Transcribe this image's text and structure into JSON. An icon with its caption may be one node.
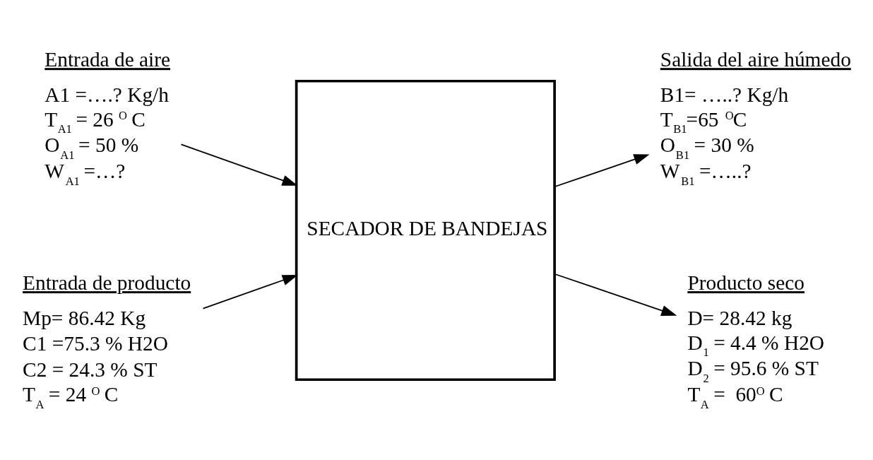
{
  "diagram": {
    "nodes": [
      {
        "text": [
          "Entrada de aire",
          "A1 =….? Kg/h",
          "T$_{A1}$ = 26 $^{O}$ C",
          "O$_{A1}$ = 50 %",
          "W$_{A1}$ =…?"
        ]
      },
      {
        "text": [
          "Entrada de producto",
          "Mp= 86.42 Kg",
          "C1 =75.3 % H2O",
          "C2 = 24.3 % ST",
          "T$_{A}$ = 24 $^{O}$ C"
        ]
      },
      {
        "text": [
          "SECADOR DE BANDEJAS"
        ]
      },
      {
        "text": [
          "Salida del aire húmedo",
          "B1= …..? Kg/h",
          "T$_{B1}$=65 $^{O}$C",
          "O$_{B1}$ = 30 %",
          "W$_{B1}$ =…..?"
        ]
      },
      {
        "text": [
          "Producto seco",
          "D= 28.42 kg",
          "D$_{1}$ = 4.4 % H2O",
          "D$_{2}$ = 95.6 % ST",
          "T$_{A}$ =  60$^{O}$ C"
        ]
      }
    ],
    "edges": [
      {
        "from": 0,
        "to": 2,
        "arrow": "to"
      },
      {
        "from": 1,
        "to": 2,
        "arrow": "to"
      },
      {
        "from": 2,
        "to": 3,
        "arrow": "to"
      },
      {
        "from": 2,
        "to": 4,
        "arrow": "to"
      }
    ]
  }
}
